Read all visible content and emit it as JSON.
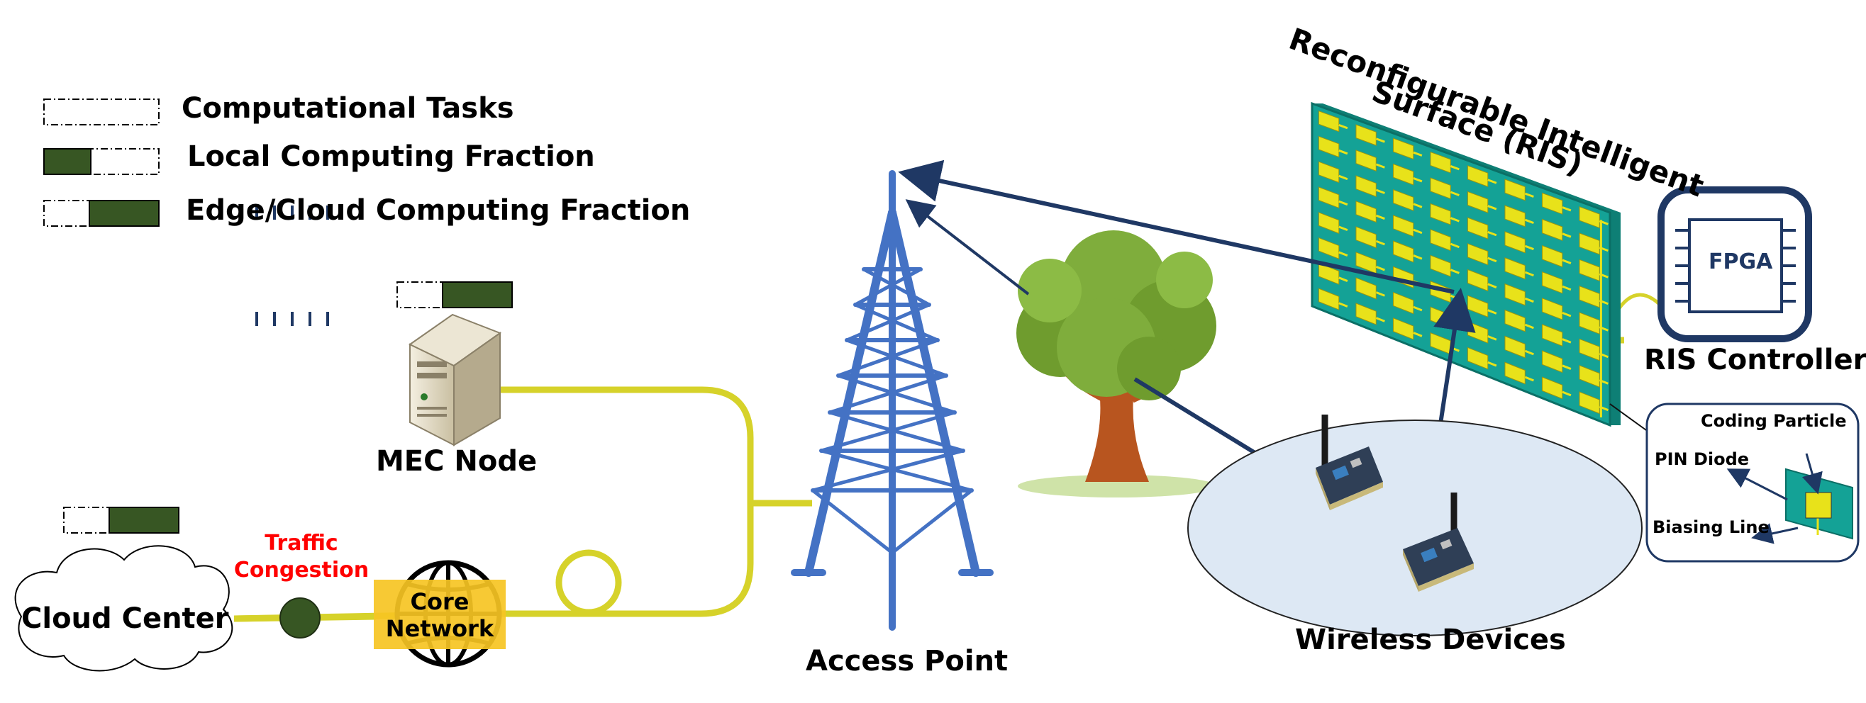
{
  "legend": {
    "tasks": "Computational Tasks",
    "local": "Local Computing Fraction",
    "edge": "Edge/Cloud Computing Fraction"
  },
  "labels": {
    "mec_node": "MEC Node",
    "cloud_center": "Cloud Center",
    "traffic_line1": "Traffic",
    "traffic_line2": "Congestion",
    "core_line1": "Core",
    "core_line2": "Network",
    "access_point": "Access Point",
    "ris_line1": "Reconfigurable Intelligent",
    "ris_line2": "Surface (RIS)",
    "fpga": "FPGA",
    "ris_controller": "RIS Controller",
    "coding_particle": "Coding Particle",
    "pin_diode": "PIN Diode",
    "biasing_line": "Biasing Line",
    "wireless_devices": "Wireless Devices"
  },
  "colors": {
    "task_fill": "#375623",
    "cable": "#d6d22a",
    "tower": "#4472c4",
    "arrow": "#1f3864",
    "ris_board": "#14a296",
    "ris_element": "#e8e21a",
    "traffic_text": "#ff0000",
    "core_box": "#f6c423"
  },
  "icons": {
    "server": "server-icon",
    "cloud": "cloud-icon",
    "globe": "globe-icon",
    "tree": "tree-icon",
    "chip": "chip-icon",
    "device": "wireless-device-icon"
  }
}
